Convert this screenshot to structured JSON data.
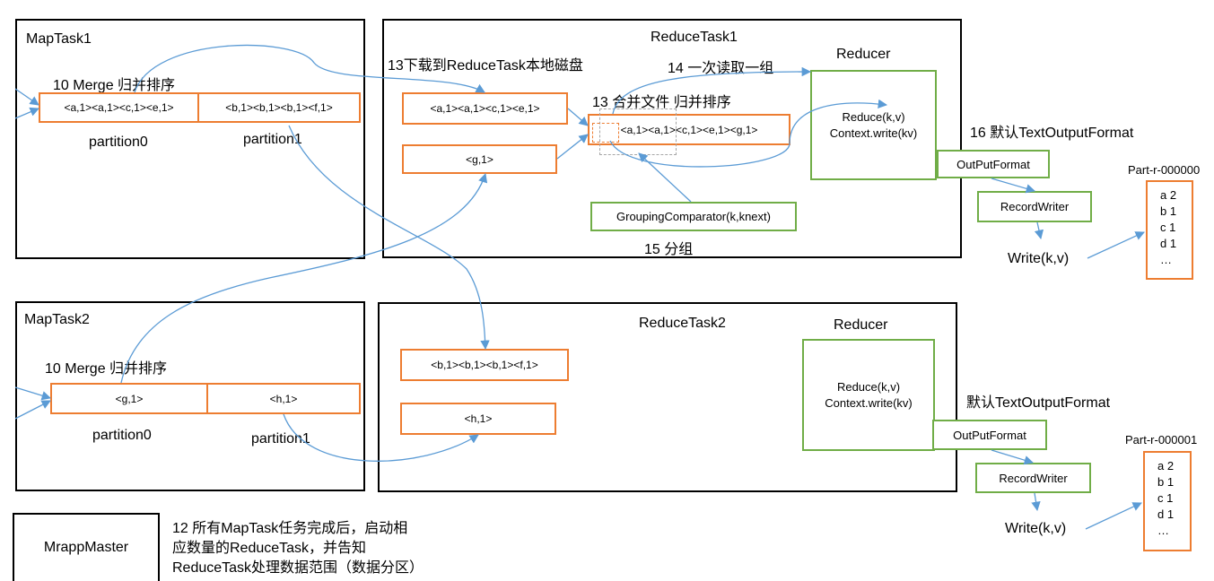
{
  "colors": {
    "panel_border": "#000000",
    "box_orange": "#ed7d31",
    "box_green": "#70ad47",
    "arrow_blue": "#5b9bd5"
  },
  "maptask1": {
    "title": "MapTask1",
    "merge_label": "10 Merge 归并排序",
    "partition0_content": "<a,1><a,1><c,1><e,1>",
    "partition1_content": "<b,1><b,1><b,1><f,1>",
    "partition0_label": "partition0",
    "partition1_label": "partition1"
  },
  "maptask2": {
    "title": "MapTask2",
    "merge_label": "10 Merge 归并排序",
    "partition0_content": "<g,1>",
    "partition1_content": "<h,1>",
    "partition0_label": "partition0",
    "partition1_label": "partition1"
  },
  "reducetask1": {
    "title": "ReduceTask1",
    "download_label": "13下载到ReduceTask本地磁盘",
    "box_a": "<a,1><a,1><c,1><e,1>",
    "box_g": "<g,1>",
    "merge_label": "13 合并文件 归并排序",
    "merged_box": "<a,1><a,1><c,1><e,1><g,1>",
    "read_group_label": "14 一次读取一组",
    "reducer_title": "Reducer",
    "reducer_line1": "Reduce(k,v)",
    "reducer_line2": "Context.write(kv)",
    "grouping": "GroupingComparator(k,knext)",
    "grouping_label": "15 分组"
  },
  "reducetask2": {
    "title": "ReduceTask2",
    "box_b": "<b,1><b,1><b,1><f,1>",
    "box_h": "<h,1>",
    "reducer_title": "Reducer",
    "reducer_line1": "Reduce(k,v)",
    "reducer_line2": "Context.write(kv)"
  },
  "output1": {
    "format_label": "16 默认TextOutputFormat",
    "outputformat": "OutPutFormat",
    "recordwriter": "RecordWriter",
    "write": "Write(k,v)",
    "file_name": "Part-r-000000",
    "file_lines": [
      "a 2",
      "b 1",
      "c 1",
      "d 1",
      "…"
    ]
  },
  "output2": {
    "format_label": "默认TextOutputFormat",
    "outputformat": "OutPutFormat",
    "recordwriter": "RecordWriter",
    "write": "Write(k,v)",
    "file_name": "Part-r-000001",
    "file_lines": [
      "a 2",
      "b 1",
      "c 1",
      "d 1",
      "…"
    ]
  },
  "master": {
    "title": "MrappMaster",
    "note_line1": "12 所有MapTask任务完成后，启动相",
    "note_line2": "应数量的ReduceTask，并告知",
    "note_line3": "ReduceTask处理数据范围（数据分区）"
  }
}
